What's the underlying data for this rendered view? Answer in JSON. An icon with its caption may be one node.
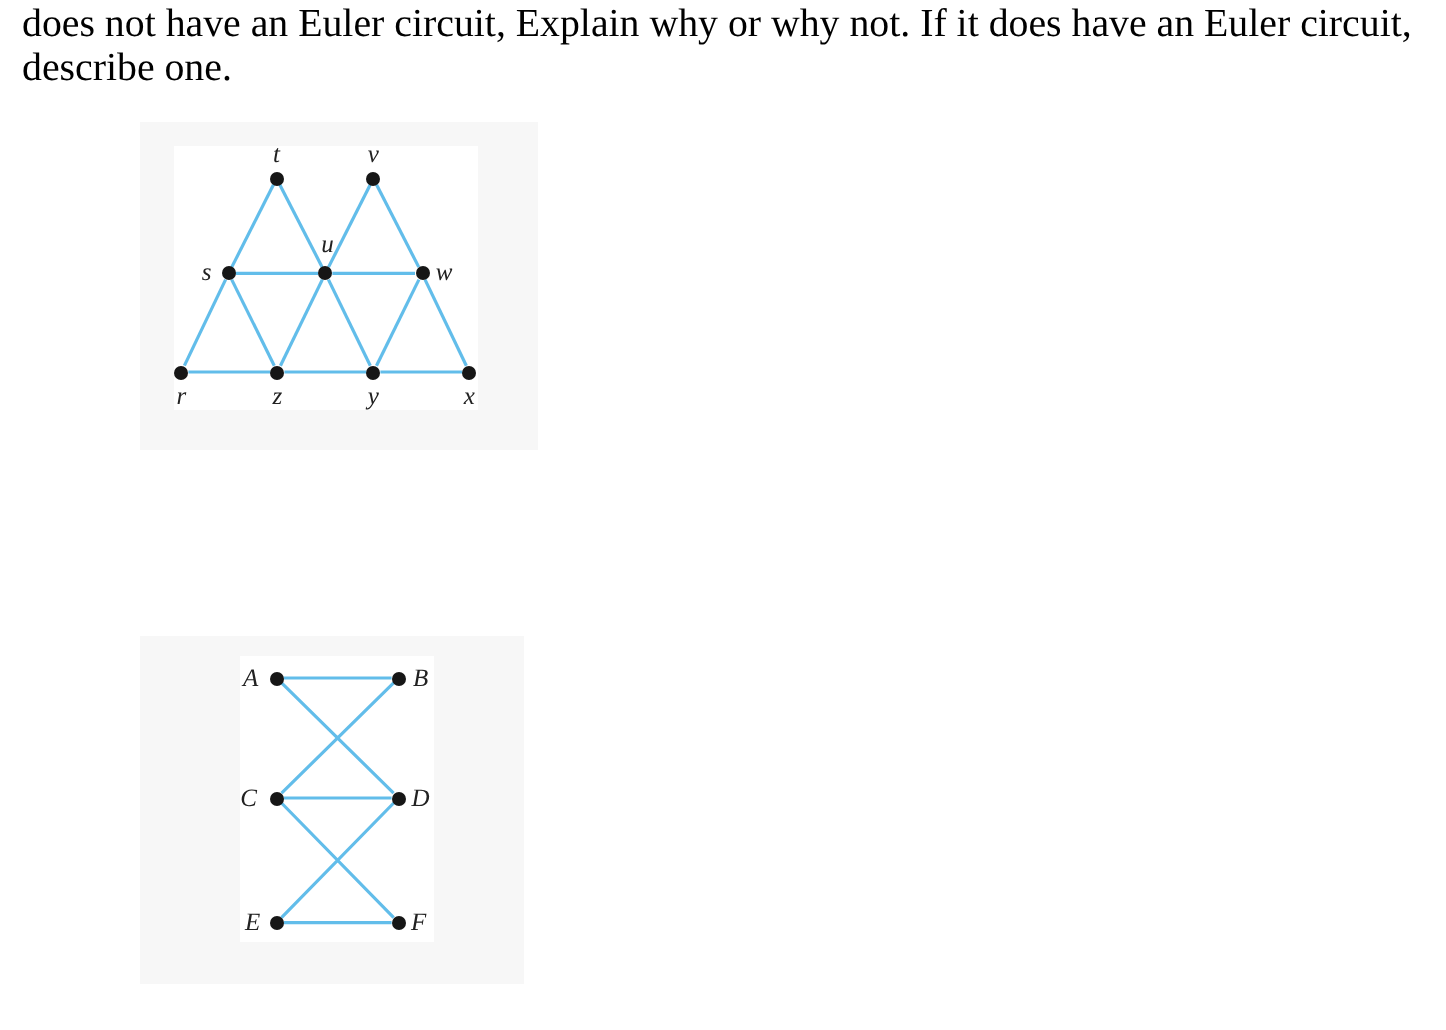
{
  "diagram": {
    "nodes": [
      {
        "text": [
          "t"
        ]
      },
      {
        "text": [
          "v"
        ]
      },
      {
        "text": [
          "s"
        ]
      },
      {
        "text": [
          "u"
        ]
      },
      {
        "text": [
          "w"
        ]
      },
      {
        "text": [
          "r"
        ]
      },
      {
        "text": [
          "z"
        ]
      },
      {
        "text": [
          "y"
        ]
      },
      {
        "text": [
          "x"
        ]
      },
      {
        "text": [
          "A"
        ]
      },
      {
        "text": [
          "B"
        ]
      },
      {
        "text": [
          "C"
        ]
      },
      {
        "text": [
          "D"
        ]
      },
      {
        "text": [
          "E"
        ]
      },
      {
        "text": [
          "F"
        ]
      }
    ],
    "edges": [
      {
        "from": 0,
        "to": 2,
        "arrow": "none"
      },
      {
        "from": 0,
        "to": 3,
        "arrow": "none"
      },
      {
        "from": 1,
        "to": 3,
        "arrow": "none"
      },
      {
        "from": 1,
        "to": 4,
        "arrow": "none"
      },
      {
        "from": 2,
        "to": 3,
        "arrow": "none"
      },
      {
        "from": 3,
        "to": 4,
        "arrow": "none"
      },
      {
        "from": 2,
        "to": 5,
        "arrow": "none"
      },
      {
        "from": 2,
        "to": 6,
        "arrow": "none"
      },
      {
        "from": 3,
        "to": 6,
        "arrow": "none"
      },
      {
        "from": 3,
        "to": 7,
        "arrow": "none"
      },
      {
        "from": 4,
        "to": 7,
        "arrow": "none"
      },
      {
        "from": 4,
        "to": 8,
        "arrow": "none"
      },
      {
        "from": 5,
        "to": 6,
        "arrow": "none"
      },
      {
        "from": 6,
        "to": 7,
        "arrow": "none"
      },
      {
        "from": 7,
        "to": 8,
        "arrow": "none"
      },
      {
        "from": 9,
        "to": 10,
        "arrow": "none"
      },
      {
        "from": 9,
        "to": 12,
        "arrow": "none"
      },
      {
        "from": 10,
        "to": 11,
        "arrow": "none"
      },
      {
        "from": 11,
        "to": 12,
        "arrow": "none"
      },
      {
        "from": 11,
        "to": 14,
        "arrow": "none"
      },
      {
        "from": 12,
        "to": 13,
        "arrow": "none"
      },
      {
        "from": 13,
        "to": 14,
        "arrow": "none"
      }
    ],
    "labels": [
      "does not have an Euler circuit, Explain why or why not. If it does have an Euler circuit, describe one."
    ]
  }
}
